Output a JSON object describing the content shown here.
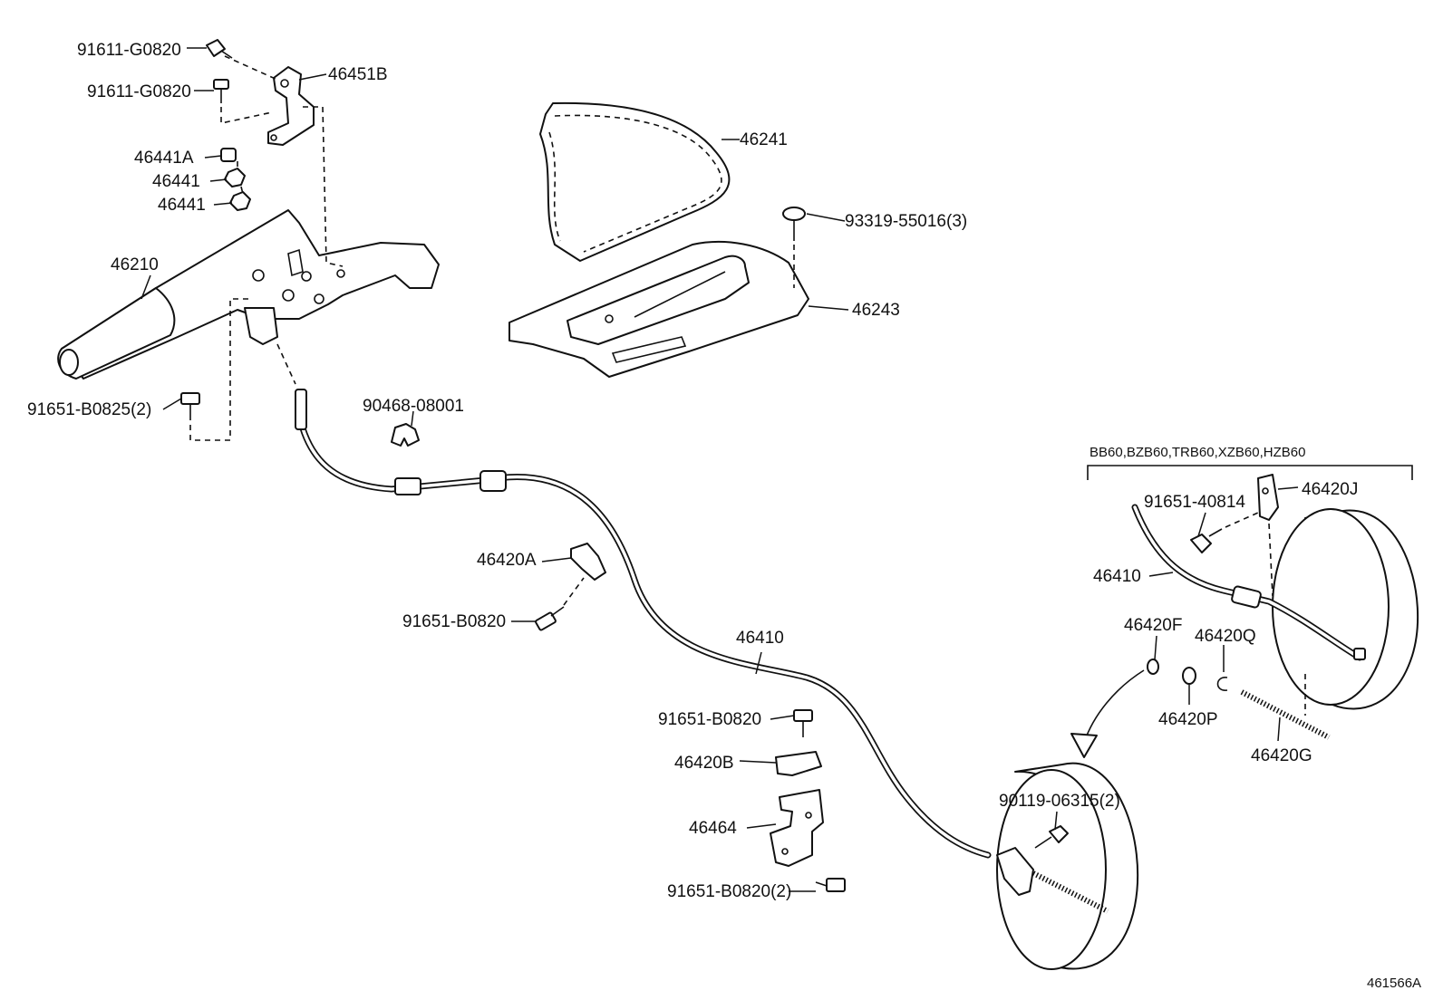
{
  "diagram": {
    "figure_code": "461566A",
    "variant_label": "BB60,BZB60,TRB60,XZB60,HZB60",
    "labels": [
      "91611-G0820",
      "91611-G0820",
      "46451B",
      "46441A",
      "46441",
      "46441",
      "46210",
      "91651-B0825(2)",
      "90468-08001",
      "46241",
      "93319-55016(3)",
      "46243",
      "46420A",
      "91651-B0820",
      "46410",
      "91651-B0820",
      "46420B",
      "46464",
      "91651-B0820(2)",
      "90119-06315(2)",
      "91651-40814",
      "46420J",
      "46410",
      "46420F",
      "46420Q",
      "46420P",
      "46420G"
    ]
  }
}
